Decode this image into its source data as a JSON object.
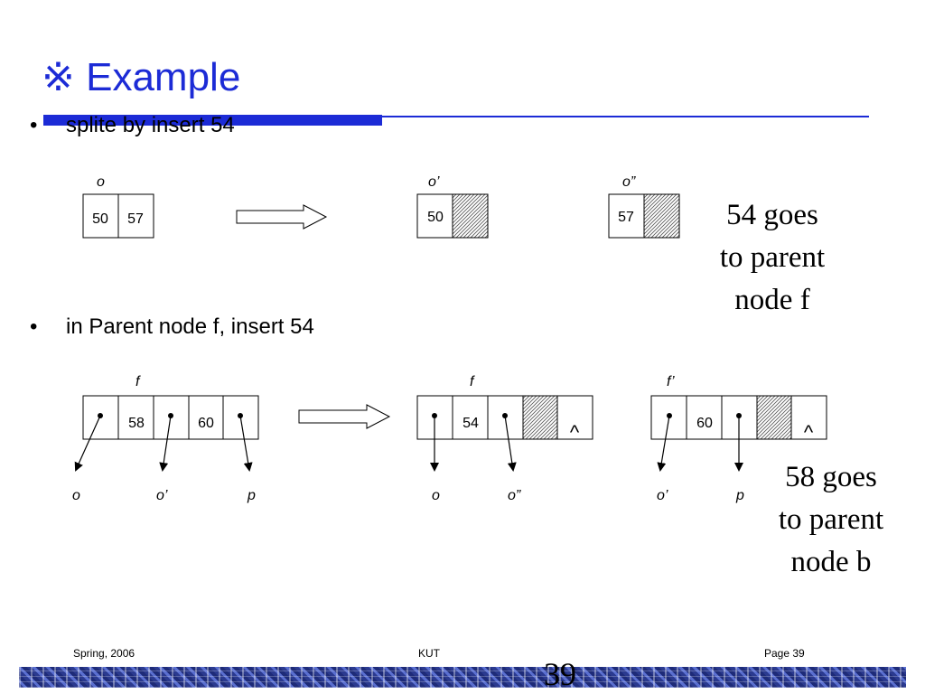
{
  "slide": {
    "title_symbol": "※",
    "title": "Example"
  },
  "bullets": [
    {
      "marker": "•",
      "text": "splite by insert 54"
    },
    {
      "marker": "•",
      "text": "in Parent node f, insert 54"
    }
  ],
  "diagram1": {
    "nodes": [
      {
        "label": "o",
        "keys": [
          "50",
          "57"
        ]
      },
      {
        "label": "o’",
        "keys": [
          "50"
        ]
      },
      {
        "label": "o”",
        "keys": [
          "57"
        ]
      }
    ]
  },
  "diagram2": {
    "nodes": [
      {
        "label": "f",
        "keys": [
          "58",
          "60"
        ],
        "children": [
          "o",
          "o’",
          "p"
        ]
      },
      {
        "label": "f",
        "keys": [
          "54"
        ],
        "null_marker": "^",
        "children": [
          "o",
          "o”"
        ]
      },
      {
        "label": "f’",
        "keys": [
          "60"
        ],
        "null_marker": "^",
        "children": [
          "o’",
          "p"
        ]
      }
    ]
  },
  "notes": {
    "note1": [
      "54 goes",
      "to parent",
      "node f"
    ],
    "note2": [
      "58 goes",
      "to parent",
      "node b"
    ]
  },
  "footer": {
    "left": "Spring, 2006",
    "center": "KUT",
    "right": "Page 39",
    "page_number": "39"
  }
}
